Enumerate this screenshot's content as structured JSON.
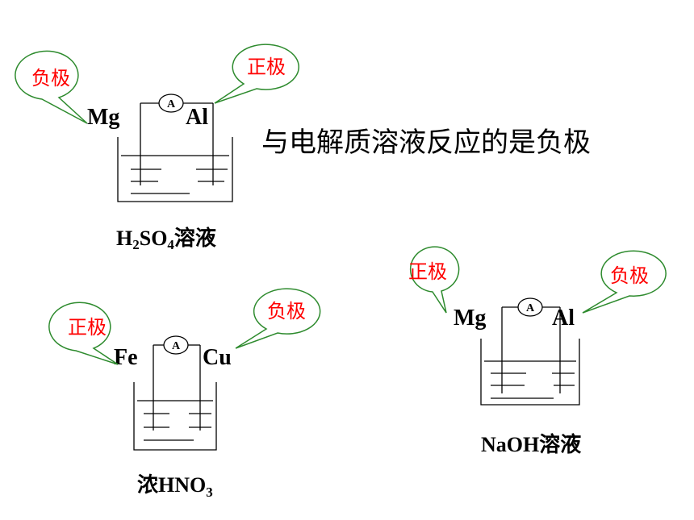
{
  "statement": "与电解质溶液反应的是负极",
  "meter_symbol": "A",
  "cells": [
    {
      "left_electrode": "Mg",
      "right_electrode": "Al",
      "solution": {
        "parts": [
          "H",
          "2",
          "SO",
          "4",
          "溶液"
        ]
      },
      "left_tag": "负极",
      "right_tag": "正极"
    },
    {
      "left_electrode": "Fe",
      "right_electrode": "Cu",
      "solution": {
        "parts": [
          "浓HNO",
          "3"
        ]
      },
      "left_tag": "正极",
      "right_tag": "负极"
    },
    {
      "left_electrode": "Mg",
      "right_electrode": "Al",
      "solution": {
        "parts": [
          "NaOH溶液"
        ]
      },
      "left_tag": "正极",
      "right_tag": "负极"
    }
  ]
}
